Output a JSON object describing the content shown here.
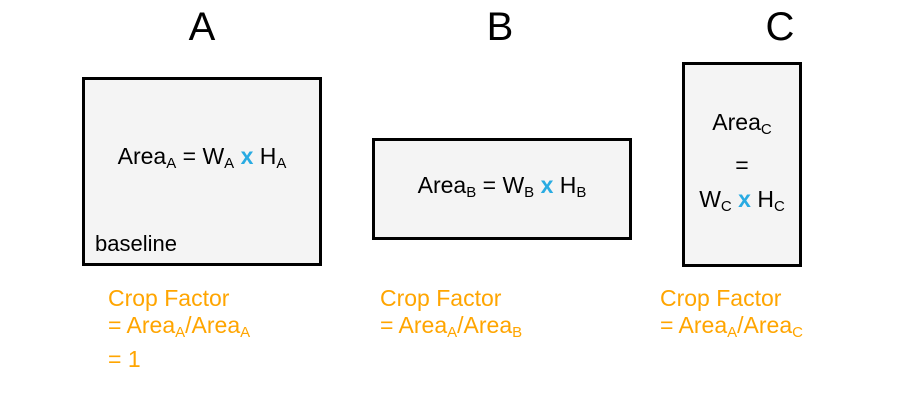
{
  "figure": {
    "colors": {
      "box_fill": "#f4f4f4",
      "box_border": "#000000",
      "multiply_sign": "#29abe2",
      "caption": "#ffa500",
      "text": "#000000",
      "background": "#ffffff"
    },
    "multiply_symbol": "x"
  },
  "panels": [
    {
      "id": "a",
      "label": "A",
      "equation": {
        "area_term": "Area",
        "area_sub": "A",
        "equals": "=",
        "width_term": "W",
        "width_sub": "A",
        "multiply": "x",
        "height_term": "H",
        "height_sub": "A"
      },
      "note": "baseline",
      "caption": {
        "line1": "Crop Factor",
        "line2_prefix": "= Area",
        "line2_sub1": "A",
        "line2_slash": "/Area",
        "line2_sub2": "A",
        "line3": "= 1"
      }
    },
    {
      "id": "b",
      "label": "B",
      "equation": {
        "area_term": "Area",
        "area_sub": "B",
        "equals": "=",
        "width_term": "W",
        "width_sub": "B",
        "multiply": "x",
        "height_term": "H",
        "height_sub": "B"
      },
      "note": null,
      "caption": {
        "line1": "Crop Factor",
        "line2_prefix": "= Area",
        "line2_sub1": "A",
        "line2_slash": "/Area",
        "line2_sub2": "B",
        "line3": null
      }
    },
    {
      "id": "c",
      "label": "C",
      "equation": {
        "area_term": "Area",
        "area_sub": "C",
        "equals": "=",
        "width_term": "W",
        "width_sub": "C",
        "multiply": "x",
        "height_term": "H",
        "height_sub": "C"
      },
      "note": null,
      "caption": {
        "line1": "Crop Factor",
        "line2_prefix": "= Area",
        "line2_sub1": "A",
        "line2_slash": "/Area",
        "line2_sub2": "C",
        "line3": null
      }
    }
  ]
}
